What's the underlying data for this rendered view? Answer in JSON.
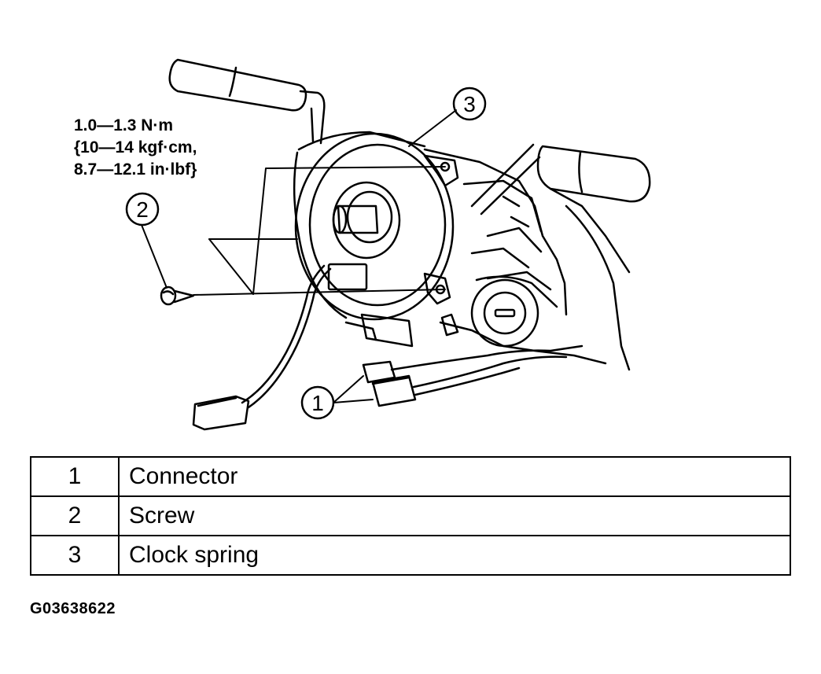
{
  "torque_spec": {
    "line1": "1.0—1.3 N·m",
    "line2": "{10—14 kgf·cm,",
    "line3": "8.7—12.1 in·lbf}"
  },
  "callouts": [
    "1",
    "2",
    "3"
  ],
  "legend": [
    {
      "num": "1",
      "label": "Connector"
    },
    {
      "num": "2",
      "label": "Screw"
    },
    {
      "num": "3",
      "label": "Clock spring"
    }
  ],
  "figure_code": "G03638622"
}
